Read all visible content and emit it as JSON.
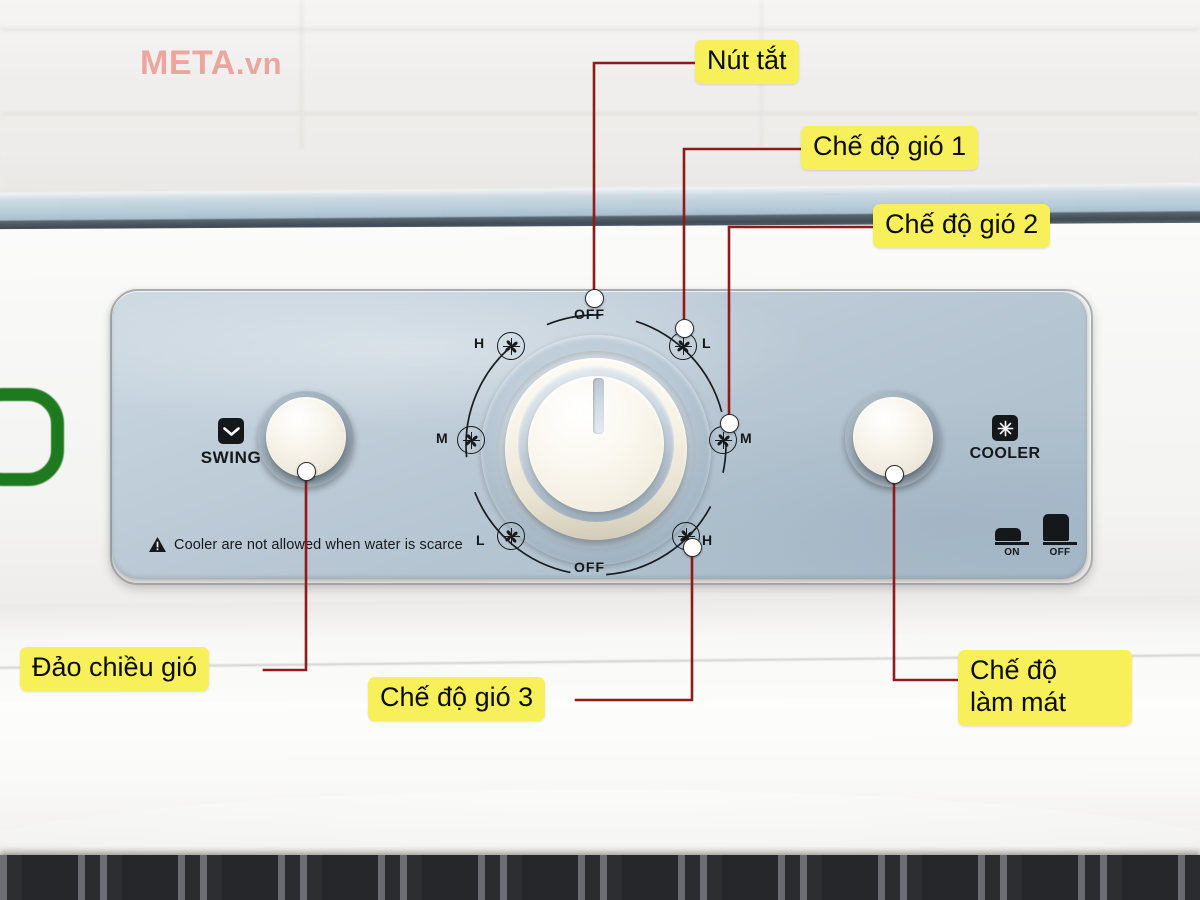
{
  "watermark": {
    "brand": "META",
    "tld": ".vn"
  },
  "product_panel": {
    "swing": {
      "label": "SWING",
      "icon": "swing-chevron-icon"
    },
    "cooler": {
      "label": "COOLER",
      "icon": "snowflake-icon"
    },
    "warning": {
      "icon": "warning-triangle-icon",
      "text": "Cooler are not allowed when water is scarce"
    },
    "water_level": {
      "on_label": "ON",
      "off_label": "OFF",
      "icon": "water-level-indicator-icon"
    },
    "dial": {
      "off_top": "OFF",
      "off_bottom": "OFF",
      "stops": [
        {
          "id": "off-top",
          "label": "OFF",
          "icon": "none"
        },
        {
          "id": "speed-low-right",
          "label": "L",
          "icon": "fan-icon"
        },
        {
          "id": "speed-mid-right",
          "label": "M",
          "icon": "fan-icon"
        },
        {
          "id": "speed-high-right",
          "label": "H",
          "icon": "fan-icon"
        },
        {
          "id": "off-bottom",
          "label": "OFF",
          "icon": "none"
        },
        {
          "id": "speed-low-left",
          "label": "L",
          "icon": "fan-icon"
        },
        {
          "id": "speed-mid-left",
          "label": "M",
          "icon": "fan-icon"
        },
        {
          "id": "speed-high-left",
          "label": "H",
          "icon": "fan-icon"
        }
      ]
    }
  },
  "annotations": [
    {
      "id": "nut-tat",
      "text": "Nút tắt",
      "target": "dial OFF position"
    },
    {
      "id": "che-do-gio-1",
      "text": "Chế độ gió 1",
      "target": "dial L position"
    },
    {
      "id": "che-do-gio-2",
      "text": "Chế độ gió 2",
      "target": "dial M position"
    },
    {
      "id": "che-do-gio-3",
      "text": "Chế độ gió 3",
      "target": "dial H position"
    },
    {
      "id": "dao-chieu-gio",
      "text": "Đảo chiều gió",
      "target": "swing button"
    },
    {
      "id": "che-do-lam-mat",
      "text": "Chế độ làm mát",
      "line1": "Chế độ",
      "line2": "làm mát",
      "target": "cooler button"
    }
  ],
  "colors": {
    "callout_bg": "#f7f05a",
    "leader_line": "#8f1a1a",
    "panel_face": "#bccbd7",
    "watermark": "#e9786e",
    "logo_green": "#1f7a1f",
    "text_dark": "#14181b"
  }
}
